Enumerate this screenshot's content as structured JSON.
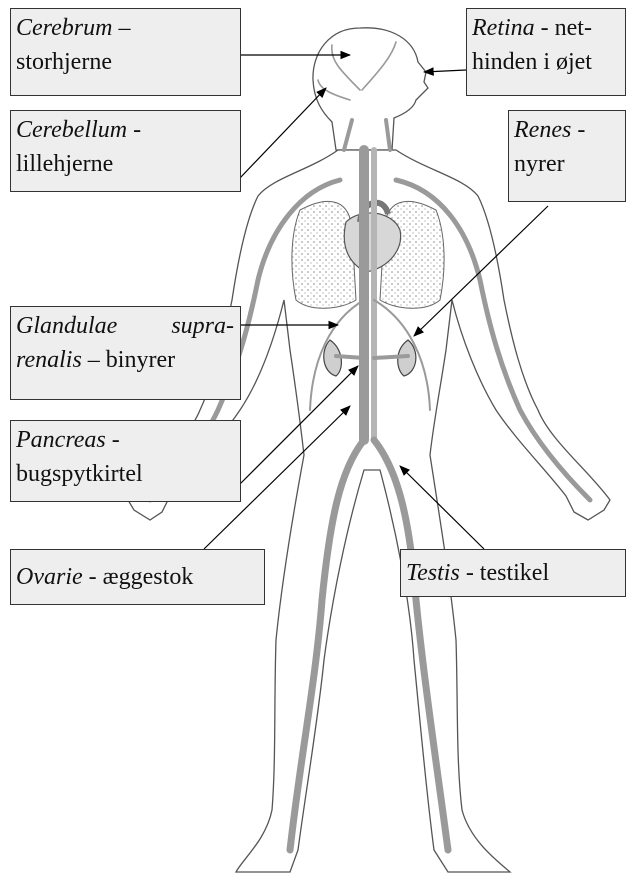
{
  "labels": {
    "cerebrum": {
      "term": "Cerebrum",
      "sep": " –",
      "line2": "storhjerne"
    },
    "retina": {
      "term": "Retina",
      "sep": " - net-",
      "line2": "hinden i øjet"
    },
    "cerebellum": {
      "term": "Cerebellum",
      "sep": " -",
      "line2": "lillehjerne"
    },
    "renes": {
      "term": "Renes",
      "sep": " -",
      "line2": "nyrer"
    },
    "glandulae": {
      "term1": "Glandulae",
      "term2": "supra-",
      "term3": "renalis",
      "rest": " – binyrer"
    },
    "pancreas": {
      "term": "Pancreas",
      "sep": " -",
      "line2": "bugspytkirtel"
    },
    "ovarie": {
      "term": "Ovarie",
      "rest": " - æggestok"
    },
    "testis": {
      "term": "Testis",
      "rest": " - testikel"
    }
  },
  "colors": {
    "label_bg": "#eeeeee",
    "vessel": "#9a9a9a",
    "organ": "#cfcfcf",
    "outline": "#555555"
  }
}
